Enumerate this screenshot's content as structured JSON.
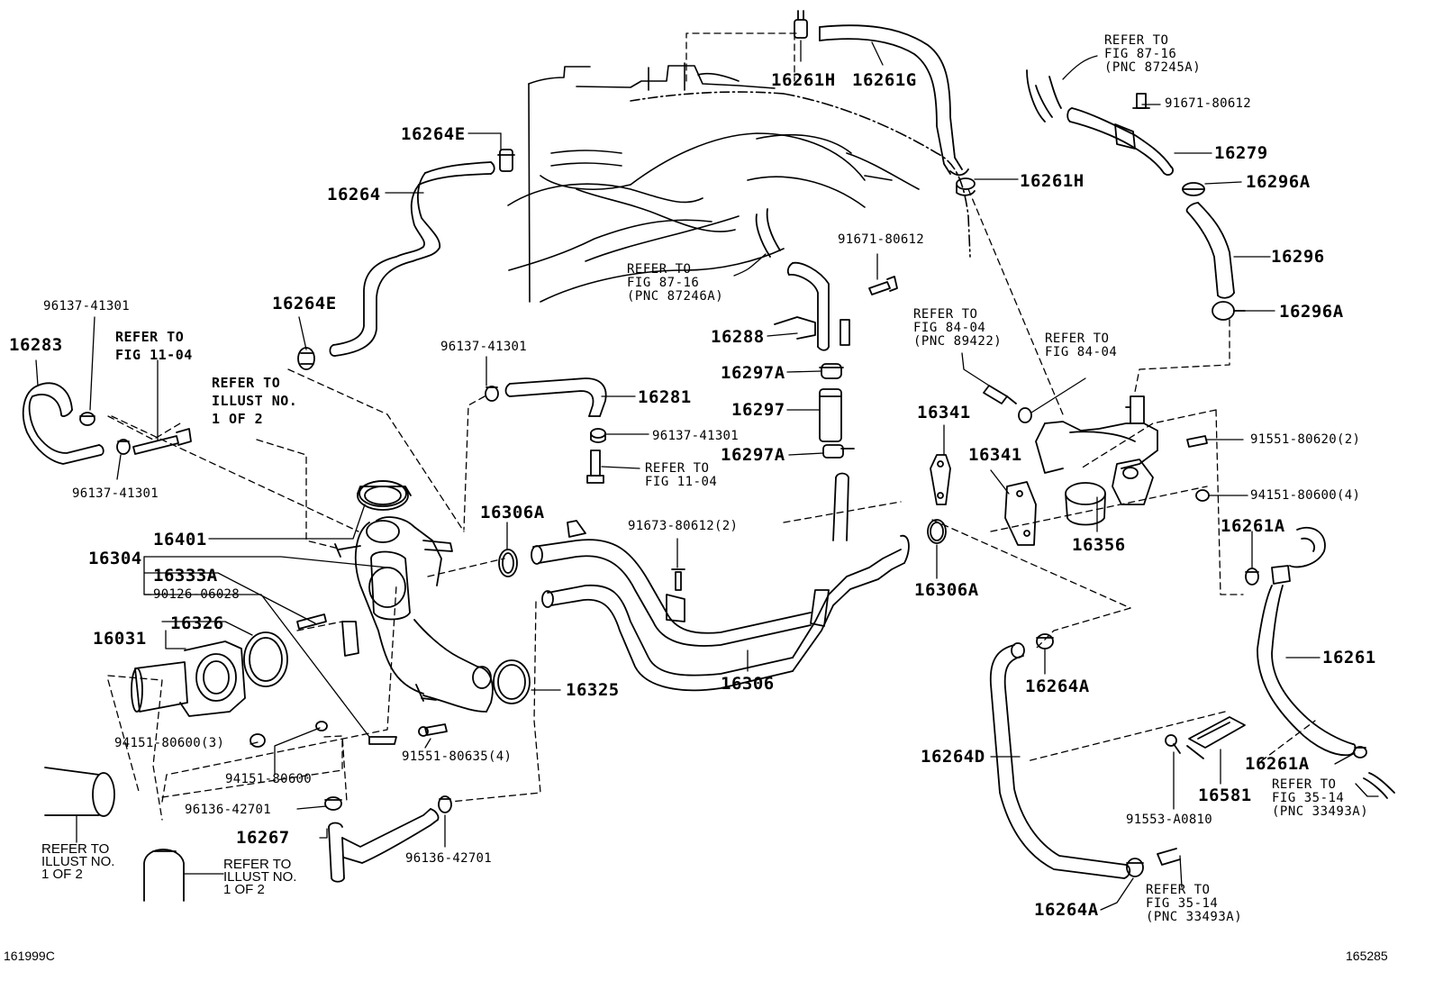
{
  "diagram": {
    "code_left": "161999C",
    "code_right": "165285"
  },
  "labels": {
    "p16261H_top": "16261H",
    "p16261G": "16261G",
    "p16264E_top": "16264E",
    "p16264": "16264",
    "p16261H_mid": "16261H",
    "p16264E_mid": "16264E",
    "p96137_41301_a": "96137-41301",
    "p16283": "16283",
    "p96137_41301_b": "96137-41301",
    "p16281": "16281",
    "p96137_41301_c": "96137-41301",
    "p96137_41301_d": "96137-41301",
    "p91671_80612_a": "91671-80612",
    "p16288": "16288",
    "p16297A_top": "16297A",
    "p16297": "16297",
    "p16297A_bot": "16297A",
    "p91671_80612_b": "91671-80612",
    "p16279": "16279",
    "p16296A_top": "16296A",
    "p16296": "16296",
    "p16296A_bot": "16296A",
    "p16341_a": "16341",
    "p16341_b": "16341",
    "p16356": "16356",
    "p91551_80620": "91551-80620(2)",
    "p94151_80600_4": "94151-80600(4)",
    "p16261A_top": "16261A",
    "p16306A_left": "16306A",
    "p16306A_right": "16306A",
    "p91673_80612": "91673-80612(2)",
    "p16401": "16401",
    "p16304": "16304",
    "p16333A": "16333A",
    "p90126_06028": "90126-06028",
    "p16031": "16031",
    "p16326": "16326",
    "p16325": "16325",
    "p16306": "16306",
    "p94151_80600_3": "94151-80600(3)",
    "p94151_80600": "94151-80600",
    "p91551_80635": "91551-80635(4)",
    "p96136_42701_a": "96136-42701",
    "p16267": "16267",
    "p96136_42701_b": "96136-42701",
    "p16264A_top": "16264A",
    "p16264D": "16264D",
    "p16264A_bot": "16264A",
    "p16261": "16261",
    "p16261A_bot": "16261A",
    "p16581": "16581",
    "p91553_A0810": "91553-A0810"
  },
  "refs": {
    "ref_fig87_16_top": "REFER TO\nFIG 87-16\n(PNC 87245A)",
    "ref_fig87_16_mid": "REFER TO\nFIG 87-16\n(PNC 87246A)",
    "ref_fig84_04_a": "REFER TO\nFIG 84-04\n(PNC 89422)",
    "ref_fig84_04_b": "REFER TO\nFIG 84-04",
    "ref_fig11_04_left": "REFER TO\nFIG 11-04",
    "ref_illust_top": "REFER TO\nILLUST NO.\n1 OF 2",
    "ref_fig11_04_mid": "REFER TO\nFIG 11-04",
    "ref_illust_bl1": "REFER TO\nILLUST NO.\n1 OF 2",
    "ref_illust_bl2": "REFER TO\nILLUST NO.\n1 OF 2",
    "ref_fig35_14_a": "REFER TO\nFIG 35-14\n(PNC 33493A)",
    "ref_fig35_14_b": "REFER TO\nFIG 35-14\n(PNC 33493A)"
  }
}
